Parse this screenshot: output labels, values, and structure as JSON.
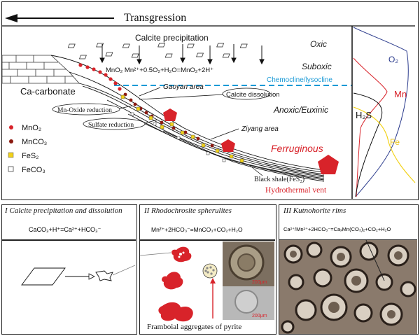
{
  "top": {
    "transgression": "Transgression",
    "calcite_precipitation": "Calcite precipitation",
    "oxic": "Oxic",
    "suboxic": "Suboxic",
    "chemocline": "Chemocline/lysocline",
    "anoxic": "Anoxic/Euxinic",
    "ca_carbonate": "Ca-carbonate",
    "mn_reaction": "MnO₂ Mn²⁺+0.5O₂+H₂O=MnO₂+2H⁺",
    "gaoyan": "Gaoyan area",
    "calcite_dissolution": "Calcite dissolution",
    "mn_oxide_reduction": "Mn-Oxide reduction",
    "sulfate_reduction": "Sulfate reduction",
    "ziyang": "Ziyang area",
    "ferruginous": "Ferruginous",
    "black_shale": "Black shale(FeS₂)",
    "hydrothermal_vent": "Hydrothermal vent",
    "profile": {
      "o2": "O₂",
      "mn": "Mn",
      "h2s": "H₂S",
      "fe": "Fe"
    },
    "legend": [
      {
        "label": "MnO₂",
        "symbol": "red-dot"
      },
      {
        "label": "MnCO₃",
        "symbol": "darkred-dot"
      },
      {
        "label": "FeS₂",
        "symbol": "yellow-square"
      },
      {
        "label": "FeCO₃",
        "symbol": "white-square"
      }
    ]
  },
  "panels": [
    {
      "title": "I Calcite precipitation and dissolution",
      "formula": "CaCO₃+H⁺=Ca²⁺+HCO₃⁻"
    },
    {
      "title": "II Rhodochrosite spherulites",
      "formula": "Mn²⁺+2HCO₃⁻=MnCO₃+CO₂+H₂O",
      "scale_top": "200μm",
      "scale_bottom": "200μm",
      "pyrite_label": "Framboial aggregates of pyrite"
    },
    {
      "title": "III Kutnohorite rims",
      "formula": "Ca²⁺/Mn²⁺+2HCO₃⁻=CaₓMn(CO₃)₂+CO₂+H₂O"
    }
  ],
  "colors": {
    "red": "#d8232a",
    "darkred": "#8b1a10",
    "yellow": "#f2d21a",
    "blue": "#1a9ad6",
    "navy": "#2a3a8c"
  }
}
